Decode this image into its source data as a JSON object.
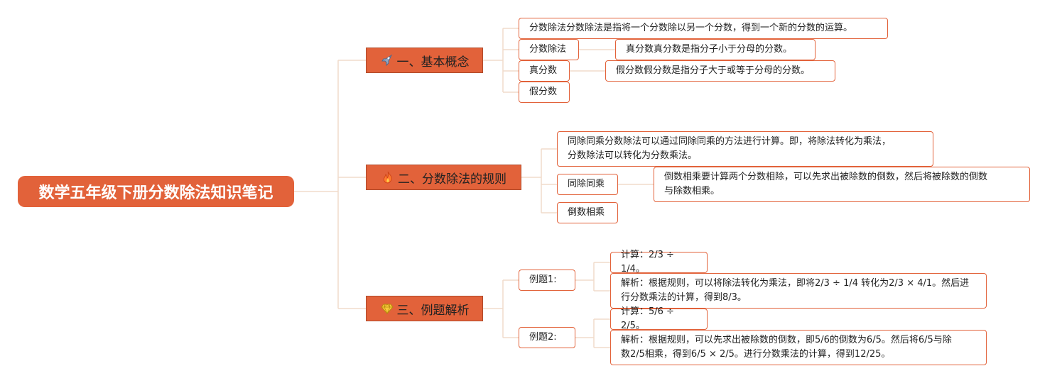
{
  "root": {
    "title": "数学五年级下册分数除法知识笔记"
  },
  "branches": [
    {
      "icon": "rocket-icon",
      "title": "一、基本概念",
      "children": [
        {
          "text": "分数除法分数除法是指将一个分数除以另一个分数，得到一个新的分数的运算。"
        },
        {
          "text": "分数除法",
          "detail": "真分数真分数是指分子小于分母的分数。"
        },
        {
          "text": "真分数",
          "detail": "假分数假分数是指分子大于或等于分母的分数。"
        },
        {
          "text": "假分数"
        }
      ]
    },
    {
      "icon": "fire-icon",
      "title": "二、分数除法的规则",
      "children": [
        {
          "text_lines": [
            "同除同乘分数除法可以通过同除同乘的方法进行计算。即，将除法转化为乘法，",
            "分数除法可以转化为分数乘法。"
          ]
        },
        {
          "text": "同除同乘",
          "detail_lines": [
            "倒数相乘要计算两个分数相除，可以先求出被除数的倒数，然后将被除数的倒数",
            "与除数相乘。"
          ]
        },
        {
          "text": "倒数相乘"
        }
      ]
    },
    {
      "icon": "diamond-icon",
      "title": "三、例题解析",
      "children": [
        {
          "text": "例题1:",
          "items": [
            {
              "text": "计算：2/3 ÷ 1/4。"
            },
            {
              "lines": [
                "解析：根据规则，可以将除法转化为乘法，即将2/3 ÷ 1/4 转化为2/3 × 4/1。然后进",
                "行分数乘法的计算，得到8/3。"
              ]
            }
          ]
        },
        {
          "text": "例题2:",
          "items": [
            {
              "text": "计算：5/6 ÷ 2/5。"
            },
            {
              "lines": [
                "解析：根据规则，可以先求出被除数的倒数，即5/6的倒数为6/5。然后将6/5与除",
                "数2/5相乘，得到6/5 × 2/5。进行分数乘法的计算，得到12/25。"
              ]
            }
          ]
        }
      ]
    }
  ],
  "colors": {
    "accent": "#e2623a",
    "line": "#f0dccb"
  }
}
